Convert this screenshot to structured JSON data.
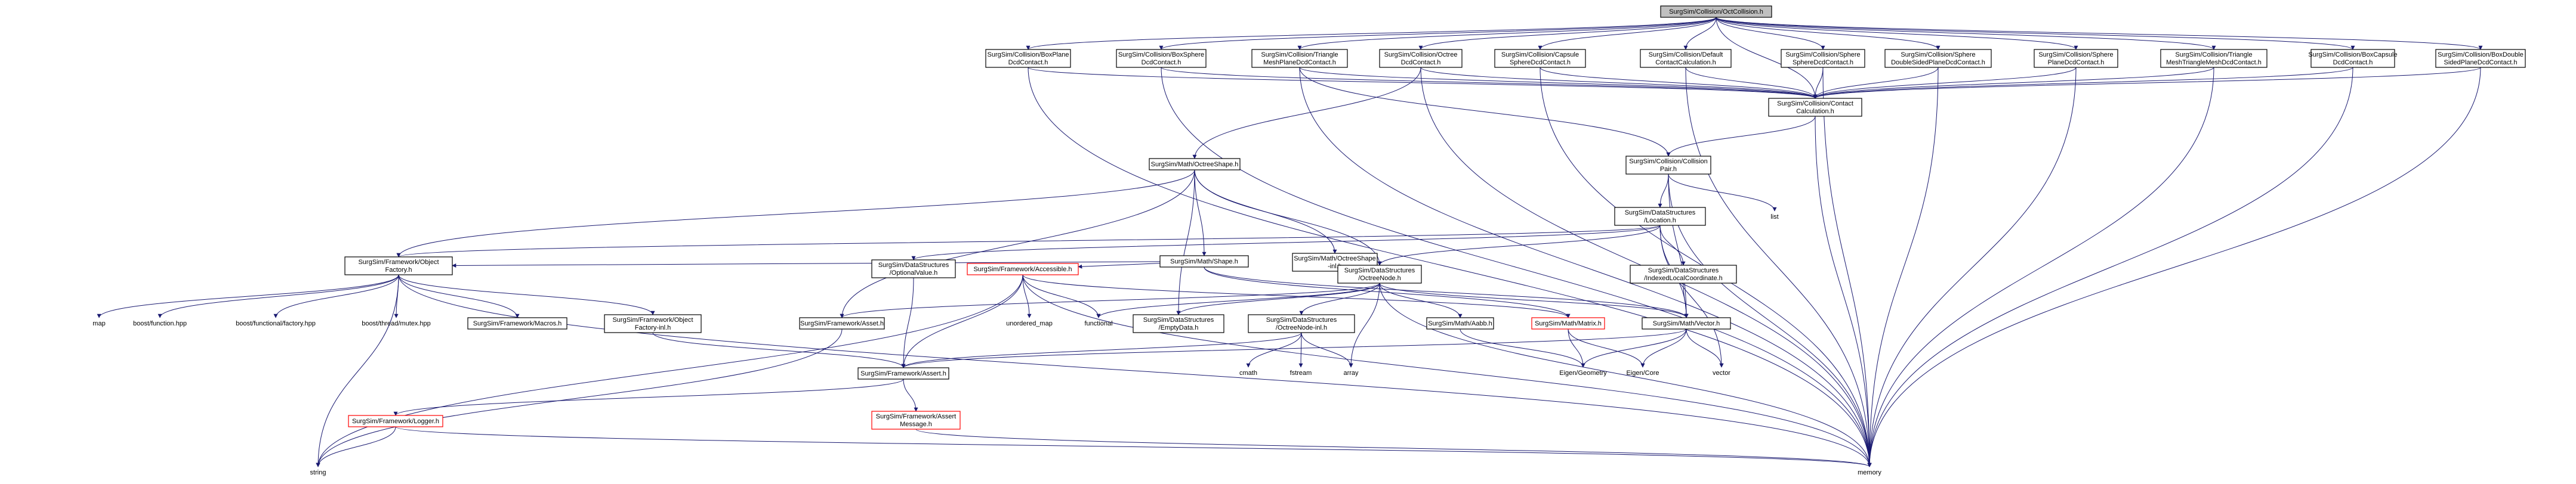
{
  "diagram": {
    "colors": {
      "edge": "#191970",
      "root_fill": "#bfbfbf",
      "box_stroke": "#000000",
      "highlight_stroke": "#ff0000",
      "background": "#ffffff"
    },
    "nodes": [
      {
        "id": "root",
        "lines": [
          "SurgSim/Collision/OctCollision.h"
        ],
        "style": "root"
      },
      {
        "id": "boxplane",
        "lines": [
          "SurgSim/Collision/BoxPlane",
          "DcdContact.h"
        ]
      },
      {
        "id": "boxsphere",
        "lines": [
          "SurgSim/Collision/BoxSphere",
          "DcdContact.h"
        ]
      },
      {
        "id": "trimeshplane",
        "lines": [
          "SurgSim/Collision/Triangle",
          "MeshPlaneDcdContact.h"
        ]
      },
      {
        "id": "octreedcd",
        "lines": [
          "SurgSim/Collision/Octree",
          "DcdContact.h"
        ]
      },
      {
        "id": "capsulesphere",
        "lines": [
          "SurgSim/Collision/Capsule",
          "SphereDcdContact.h"
        ]
      },
      {
        "id": "defaultcontact",
        "lines": [
          "SurgSim/Collision/Default",
          "ContactCalculation.h"
        ]
      },
      {
        "id": "spheresphere",
        "lines": [
          "SurgSim/Collision/Sphere",
          "SphereDcdContact.h"
        ]
      },
      {
        "id": "spheredouble",
        "lines": [
          "SurgSim/Collision/Sphere",
          "DoubleSidedPlaneDcdContact.h"
        ]
      },
      {
        "id": "sphereplane",
        "lines": [
          "SurgSim/Collision/Sphere",
          "PlaneDcdContact.h"
        ]
      },
      {
        "id": "trimeshtrimesh",
        "lines": [
          "SurgSim/Collision/Triangle",
          "MeshTriangleMeshDcdContact.h"
        ]
      },
      {
        "id": "boxcapsule",
        "lines": [
          "SurgSim/Collision/BoxCapsule",
          "DcdContact.h"
        ]
      },
      {
        "id": "boxdouble",
        "lines": [
          "SurgSim/Collision/BoxDouble",
          "SidedPlaneDcdContact.h"
        ]
      },
      {
        "id": "contactcalc",
        "lines": [
          "SurgSim/Collision/Contact",
          "Calculation.h"
        ]
      },
      {
        "id": "octreeshape",
        "lines": [
          "SurgSim/Math/OctreeShape.h"
        ]
      },
      {
        "id": "collisionpair",
        "lines": [
          "SurgSim/Collision/Collision",
          "Pair.h"
        ]
      },
      {
        "id": "shape",
        "lines": [
          "SurgSim/Math/Shape.h"
        ]
      },
      {
        "id": "octreeshapeinl",
        "lines": [
          "SurgSim/Math/OctreeShape",
          "-inl.h"
        ]
      },
      {
        "id": "location",
        "lines": [
          "SurgSim/DataStructures",
          "/Location.h"
        ]
      },
      {
        "id": "list",
        "lines": [
          "list"
        ],
        "style": "leaf"
      },
      {
        "id": "objectfactory",
        "lines": [
          "SurgSim/Framework/Object",
          "Factory.h"
        ]
      },
      {
        "id": "optionalvalue",
        "lines": [
          "SurgSim/DataStructures",
          "/OptionalValue.h"
        ]
      },
      {
        "id": "accessible",
        "lines": [
          "SurgSim/Framework/Accessible.h"
        ],
        "style": "red"
      },
      {
        "id": "octreenode",
        "lines": [
          "SurgSim/DataStructures",
          "/OctreeNode.h"
        ]
      },
      {
        "id": "indexedlocal",
        "lines": [
          "SurgSim/DataStructures",
          "/IndexedLocalCoordinate.h"
        ]
      },
      {
        "id": "map",
        "lines": [
          "map"
        ],
        "style": "leaf"
      },
      {
        "id": "boostfunction",
        "lines": [
          "boost/function.hpp"
        ],
        "style": "leaf"
      },
      {
        "id": "boostfactory",
        "lines": [
          "boost/functional/factory.hpp"
        ],
        "style": "leaf"
      },
      {
        "id": "boostmutex",
        "lines": [
          "boost/thread/mutex.hpp"
        ],
        "style": "leaf"
      },
      {
        "id": "macros",
        "lines": [
          "SurgSim/Framework/Macros.h"
        ]
      },
      {
        "id": "objectfactoryinl",
        "lines": [
          "SurgSim/Framework/Object",
          "Factory-inl.h"
        ]
      },
      {
        "id": "assetfw",
        "lines": [
          "SurgSim/Framework/Asset.h"
        ]
      },
      {
        "id": "unorderedmap",
        "lines": [
          "unordered_map"
        ],
        "style": "leaf"
      },
      {
        "id": "functional",
        "lines": [
          "functional"
        ],
        "style": "leaf"
      },
      {
        "id": "emptydata",
        "lines": [
          "SurgSim/DataStructures",
          "/EmptyData.h"
        ]
      },
      {
        "id": "octreenodeinl",
        "lines": [
          "SurgSim/DataStructures",
          "/OctreeNode-inl.h"
        ]
      },
      {
        "id": "aabb",
        "lines": [
          "SurgSim/Math/Aabb.h"
        ]
      },
      {
        "id": "matrix",
        "lines": [
          "SurgSim/Math/Matrix.h"
        ],
        "style": "red"
      },
      {
        "id": "vector",
        "lines": [
          "SurgSim/Math/Vector.h"
        ]
      },
      {
        "id": "assert",
        "lines": [
          "SurgSim/Framework/Assert.h"
        ]
      },
      {
        "id": "cmath",
        "lines": [
          "cmath"
        ],
        "style": "leaf"
      },
      {
        "id": "fstream",
        "lines": [
          "fstream"
        ],
        "style": "leaf"
      },
      {
        "id": "array",
        "lines": [
          "array"
        ],
        "style": "leaf"
      },
      {
        "id": "eigengeometry",
        "lines": [
          "Eigen/Geometry"
        ],
        "style": "leaf"
      },
      {
        "id": "eigencore",
        "lines": [
          "Eigen/Core"
        ],
        "style": "leaf"
      },
      {
        "id": "vectorstd",
        "lines": [
          "vector"
        ],
        "style": "leaf"
      },
      {
        "id": "logger",
        "lines": [
          "SurgSim/Framework/Logger.h"
        ],
        "style": "red"
      },
      {
        "id": "assertmsg",
        "lines": [
          "SurgSim/Framework/Assert",
          "Message.h"
        ],
        "style": "red"
      },
      {
        "id": "string",
        "lines": [
          "string"
        ],
        "style": "leaf"
      },
      {
        "id": "memory",
        "lines": [
          "memory"
        ],
        "style": "leaf"
      }
    ],
    "edges": [
      [
        "root",
        "boxplane"
      ],
      [
        "root",
        "boxsphere"
      ],
      [
        "root",
        "trimeshplane"
      ],
      [
        "root",
        "octreedcd"
      ],
      [
        "root",
        "capsulesphere"
      ],
      [
        "root",
        "defaultcontact"
      ],
      [
        "root",
        "spheresphere"
      ],
      [
        "root",
        "spheredouble"
      ],
      [
        "root",
        "sphereplane"
      ],
      [
        "root",
        "trimeshtrimesh"
      ],
      [
        "root",
        "boxcapsule"
      ],
      [
        "root",
        "boxdouble"
      ],
      [
        "root",
        "contactcalc"
      ],
      [
        "boxplane",
        "contactcalc"
      ],
      [
        "boxsphere",
        "contactcalc"
      ],
      [
        "trimeshplane",
        "contactcalc"
      ],
      [
        "octreedcd",
        "contactcalc"
      ],
      [
        "capsulesphere",
        "contactcalc"
      ],
      [
        "defaultcontact",
        "contactcalc"
      ],
      [
        "spheresphere",
        "contactcalc"
      ],
      [
        "spheredouble",
        "contactcalc"
      ],
      [
        "sphereplane",
        "contactcalc"
      ],
      [
        "trimeshtrimesh",
        "contactcalc"
      ],
      [
        "boxcapsule",
        "contactcalc"
      ],
      [
        "boxdouble",
        "contactcalc"
      ],
      [
        "boxplane",
        "memory"
      ],
      [
        "boxsphere",
        "memory"
      ],
      [
        "trimeshplane",
        "memory"
      ],
      [
        "octreedcd",
        "memory"
      ],
      [
        "capsulesphere",
        "memory"
      ],
      [
        "defaultcontact",
        "memory"
      ],
      [
        "spheresphere",
        "memory"
      ],
      [
        "spheredouble",
        "memory"
      ],
      [
        "sphereplane",
        "memory"
      ],
      [
        "trimeshtrimesh",
        "memory"
      ],
      [
        "boxcapsule",
        "memory"
      ],
      [
        "boxdouble",
        "memory"
      ],
      [
        "trimeshplane",
        "collisionpair"
      ],
      [
        "octreedcd",
        "octreeshape"
      ],
      [
        "contactcalc",
        "collisionpair"
      ],
      [
        "contactcalc",
        "memory"
      ],
      [
        "collisionpair",
        "location"
      ],
      [
        "collisionpair",
        "list"
      ],
      [
        "collisionpair",
        "memory"
      ],
      [
        "collisionpair",
        "vector"
      ],
      [
        "octreeshape",
        "shape"
      ],
      [
        "octreeshape",
        "octreeshapeinl"
      ],
      [
        "octreeshape",
        "objectfactory"
      ],
      [
        "octreeshape",
        "octreenode"
      ],
      [
        "octreeshape",
        "assetfw"
      ],
      [
        "octreeshape",
        "emptydata"
      ],
      [
        "shape",
        "accessible"
      ],
      [
        "shape",
        "objectfactory"
      ],
      [
        "shape",
        "vector"
      ],
      [
        "shape",
        "matrix"
      ],
      [
        "location",
        "objectfactory"
      ],
      [
        "location",
        "optionalvalue"
      ],
      [
        "location",
        "octreenode"
      ],
      [
        "location",
        "indexedlocal"
      ],
      [
        "location",
        "vector"
      ],
      [
        "location",
        "vectorstd"
      ],
      [
        "objectfactory",
        "map"
      ],
      [
        "objectfactory",
        "boostfunction"
      ],
      [
        "objectfactory",
        "boostfactory"
      ],
      [
        "objectfactory",
        "boostmutex"
      ],
      [
        "objectfactory",
        "macros"
      ],
      [
        "objectfactory",
        "objectfactoryinl"
      ],
      [
        "objectfactory",
        "string"
      ],
      [
        "objectfactory",
        "memory"
      ],
      [
        "objectfactoryinl",
        "assert"
      ],
      [
        "optionalvalue",
        "assert"
      ],
      [
        "accessible",
        "assert"
      ],
      [
        "accessible",
        "unorderedmap"
      ],
      [
        "accessible",
        "functional"
      ],
      [
        "accessible",
        "matrix"
      ],
      [
        "accessible",
        "string"
      ],
      [
        "accessible",
        "memory"
      ],
      [
        "octreenode",
        "assetfw"
      ],
      [
        "octreenode",
        "functional"
      ],
      [
        "octreenode",
        "emptydata"
      ],
      [
        "octreenode",
        "octreenodeinl"
      ],
      [
        "octreenode",
        "aabb"
      ],
      [
        "octreenode",
        "vector"
      ],
      [
        "octreenode",
        "array"
      ],
      [
        "octreenode",
        "memory"
      ],
      [
        "indexedlocal",
        "vector"
      ],
      [
        "assetfw",
        "string"
      ],
      [
        "octreenodeinl",
        "assert"
      ],
      [
        "octreenodeinl",
        "cmath"
      ],
      [
        "octreenodeinl",
        "fstream"
      ],
      [
        "octreenodeinl",
        "array"
      ],
      [
        "aabb",
        "eigengeometry"
      ],
      [
        "matrix",
        "eigengeometry"
      ],
      [
        "matrix",
        "eigencore"
      ],
      [
        "vector",
        "assert"
      ],
      [
        "vector",
        "eigengeometry"
      ],
      [
        "vector",
        "eigencore"
      ],
      [
        "vector",
        "vectorstd"
      ],
      [
        "assert",
        "logger"
      ],
      [
        "assert",
        "assertmsg"
      ],
      [
        "logger",
        "string"
      ],
      [
        "logger",
        "memory"
      ],
      [
        "assertmsg",
        "memory"
      ]
    ]
  }
}
